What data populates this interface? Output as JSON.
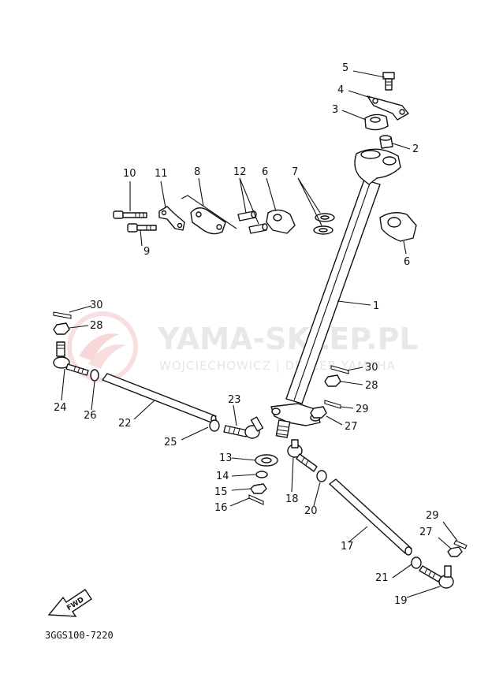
{
  "watermark": {
    "title": "YAMA-SKLEP.PL",
    "subtitle": "WOJCIECHOWICZ | DEALER YAMAHA"
  },
  "diagram_code": "3GGS100-7220",
  "fwd_label": "FWD",
  "callouts": {
    "c1": "1",
    "c2": "2",
    "c3": "3",
    "c4": "4",
    "c5": "5",
    "c6a": "6",
    "c6b": "6",
    "c7": "7",
    "c8": "8",
    "c9": "9",
    "c10": "10",
    "c11": "11",
    "c12": "12",
    "c13": "13",
    "c14": "14",
    "c15": "15",
    "c16": "16",
    "c17": "17",
    "c18": "18",
    "c19": "19",
    "c20": "20",
    "c21": "21",
    "c22": "22",
    "c23": "23",
    "c24": "24",
    "c25": "25",
    "c26": "26",
    "c27a": "27",
    "c27b": "27",
    "c28a": "28",
    "c28b": "28",
    "c29a": "29",
    "c29b": "29",
    "c30a": "30",
    "c30b": "30"
  }
}
